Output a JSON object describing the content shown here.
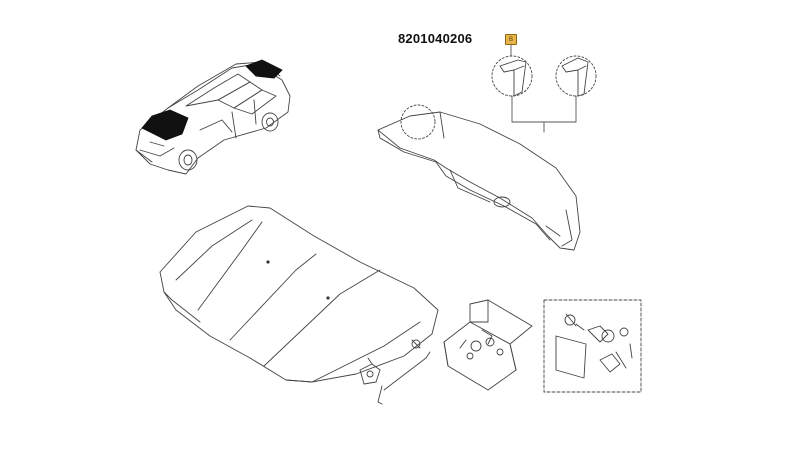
{
  "diagram": {
    "part_number": "8201040206",
    "callout_label": "B",
    "callout_color": "#e8b54a",
    "line_color": "#444444",
    "parts": [
      "car-overview",
      "trunk-lid",
      "hood",
      "hood-prop-rod",
      "hood-latch",
      "hardware-kit-box",
      "lock-cylinder-kit",
      "seal-detail-left",
      "seal-detail-right"
    ]
  }
}
